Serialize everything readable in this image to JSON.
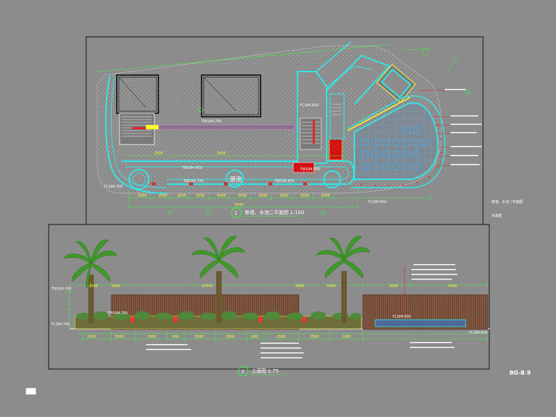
{
  "drawing": {
    "code": "BG-B.9",
    "side_note_1": "景墙、水池二平面图",
    "side_note_2": "水景图",
    "pool_label": "游池",
    "plan_title": "景墙、水池二平面图 1:100",
    "plan_number": "1",
    "elevation_title": "立面图 1:75",
    "elevation_number": "2",
    "fl_labels": [
      "FL184.650",
      "FL184.700",
      "FL184.650",
      "FL184.850"
    ],
    "tw_labels": [
      "TW184.700",
      "TW184.450",
      "TW184.850",
      "TW184.850",
      "TW184.700"
    ],
    "plan_dims": [
      "2500",
      "2500",
      "2000",
      "1500",
      "4500",
      "2500",
      "2500",
      "3500",
      "2500",
      "2500",
      "2500",
      "2500",
      "5500"
    ],
    "elev_dims_top": [
      "2500",
      "3000",
      "10500",
      "5000",
      "5000",
      "2000",
      "5000"
    ],
    "elev_dims_bottom": [
      "2500",
      "2500",
      "2500",
      "600",
      "2500",
      "2500",
      "600",
      "2500",
      "2500",
      "1000"
    ]
  }
}
